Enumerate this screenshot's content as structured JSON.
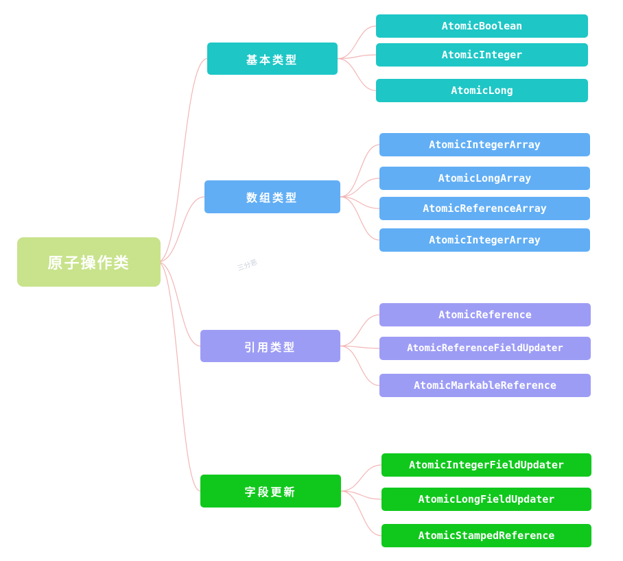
{
  "root": {
    "label": "原子操作类",
    "color": "#c8e38b"
  },
  "categories": [
    {
      "label": "基本类型",
      "color": "#1ec6c6",
      "items": [
        "AtomicBoolean",
        "AtomicInteger",
        "AtomicLong"
      ]
    },
    {
      "label": "数组类型",
      "color": "#61aef5",
      "items": [
        "AtomicIntegerArray",
        "AtomicLongArray",
        "AtomicReferenceArray",
        "AtomicIntegerArray"
      ]
    },
    {
      "label": "引用类型",
      "color": "#9d9cf5",
      "items": [
        "AtomicReference",
        "AtomicReferenceFieldUpdater",
        "AtomicMarkableReference"
      ]
    },
    {
      "label": "字段更新",
      "color": "#10c81c",
      "items": [
        "AtomicIntegerFieldUpdater",
        "AtomicLongFieldUpdater",
        "AtomicStampedReference"
      ]
    }
  ],
  "link_color": "#f3b5b5",
  "watermark": {
    "text": "三分恶"
  }
}
